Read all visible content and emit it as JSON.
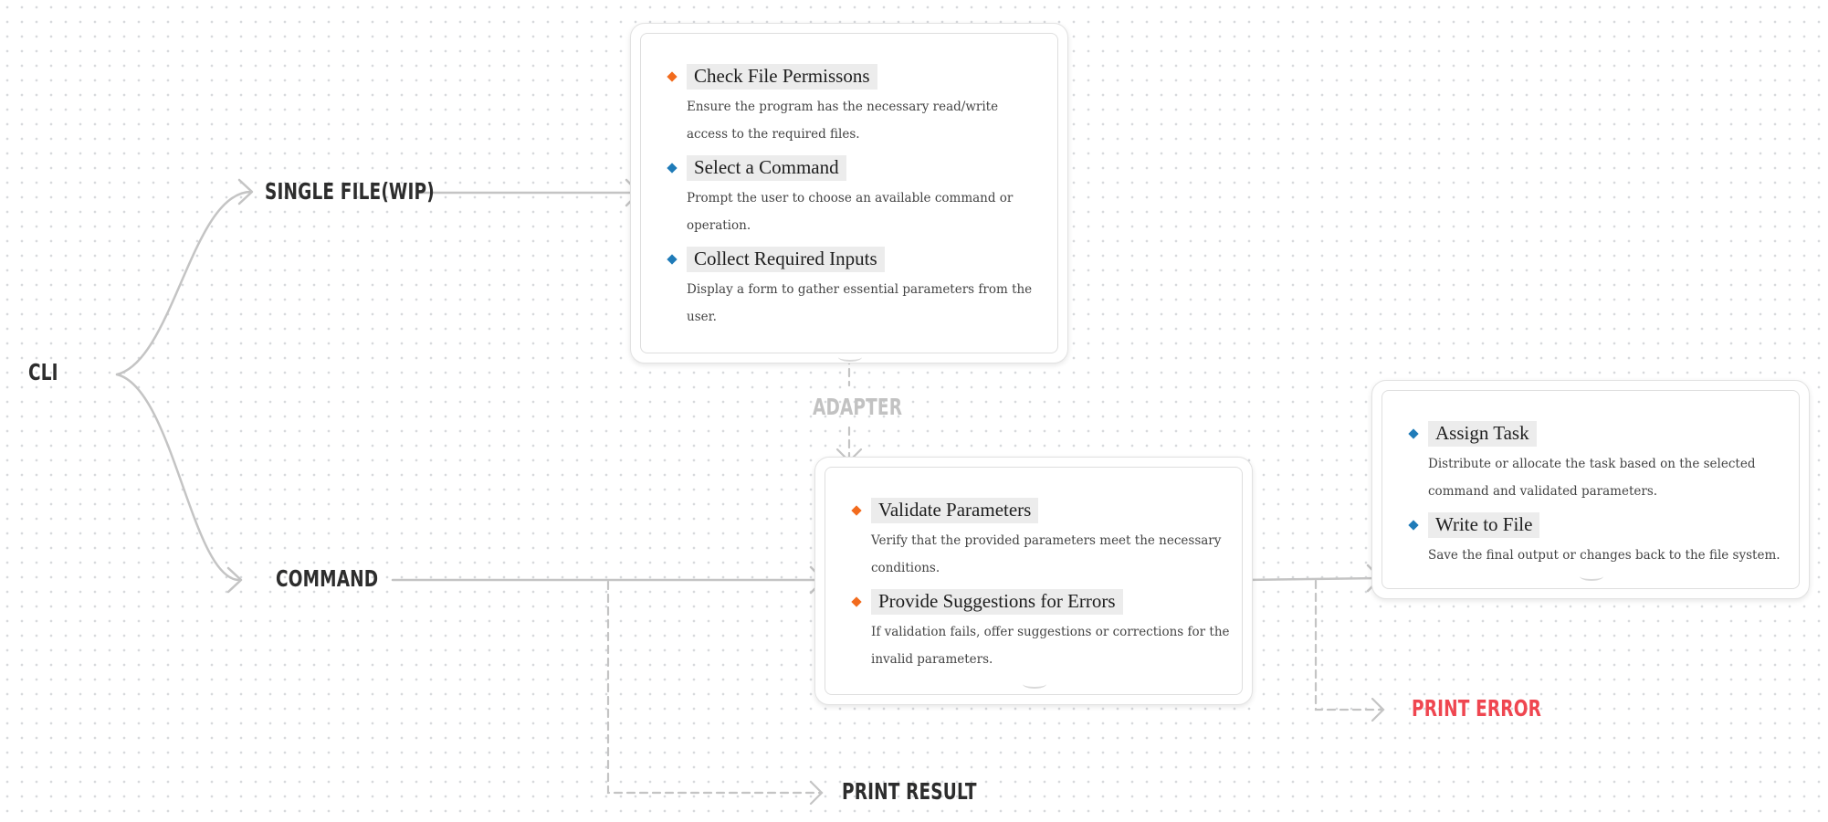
{
  "nodes": {
    "cli": "CLI",
    "single_file": "SINGLE FILE(WIP)",
    "command": "COMMAND",
    "adapter": "ADAPTER",
    "print_result": "PRINT RESULT",
    "print_error": "PRINT ERROR"
  },
  "cards": {
    "single_file_steps": [
      {
        "title": "Check File Permissons",
        "description": "Ensure the program has the necessary read/write access to the required files.",
        "bullet": "orange"
      },
      {
        "title": "Select a Command",
        "description": "Prompt the user to choose an available command or operation.",
        "bullet": "blue"
      },
      {
        "title": "Collect Required Inputs",
        "description": "Display a form to gather essential parameters from the user.",
        "bullet": "blue"
      }
    ],
    "validation_steps": [
      {
        "title": "Validate Parameters",
        "description": "Verify that the provided parameters meet the necessary conditions.",
        "bullet": "orange"
      },
      {
        "title": "Provide Suggestions for Errors",
        "description": "If validation fails, offer suggestions or corrections for the invalid parameters.",
        "bullet": "orange"
      }
    ],
    "execution_steps": [
      {
        "title": "Assign Task",
        "description": "Distribute or allocate the task based on the selected command and validated parameters.",
        "bullet": "blue"
      },
      {
        "title": "Write to File",
        "description": "Save the final output or changes back to the file system.",
        "bullet": "blue"
      }
    ]
  },
  "colors": {
    "orange": "#f26b1d",
    "blue": "#1f7bb8",
    "error": "#ef4650",
    "edge": "#c4c4c4"
  }
}
